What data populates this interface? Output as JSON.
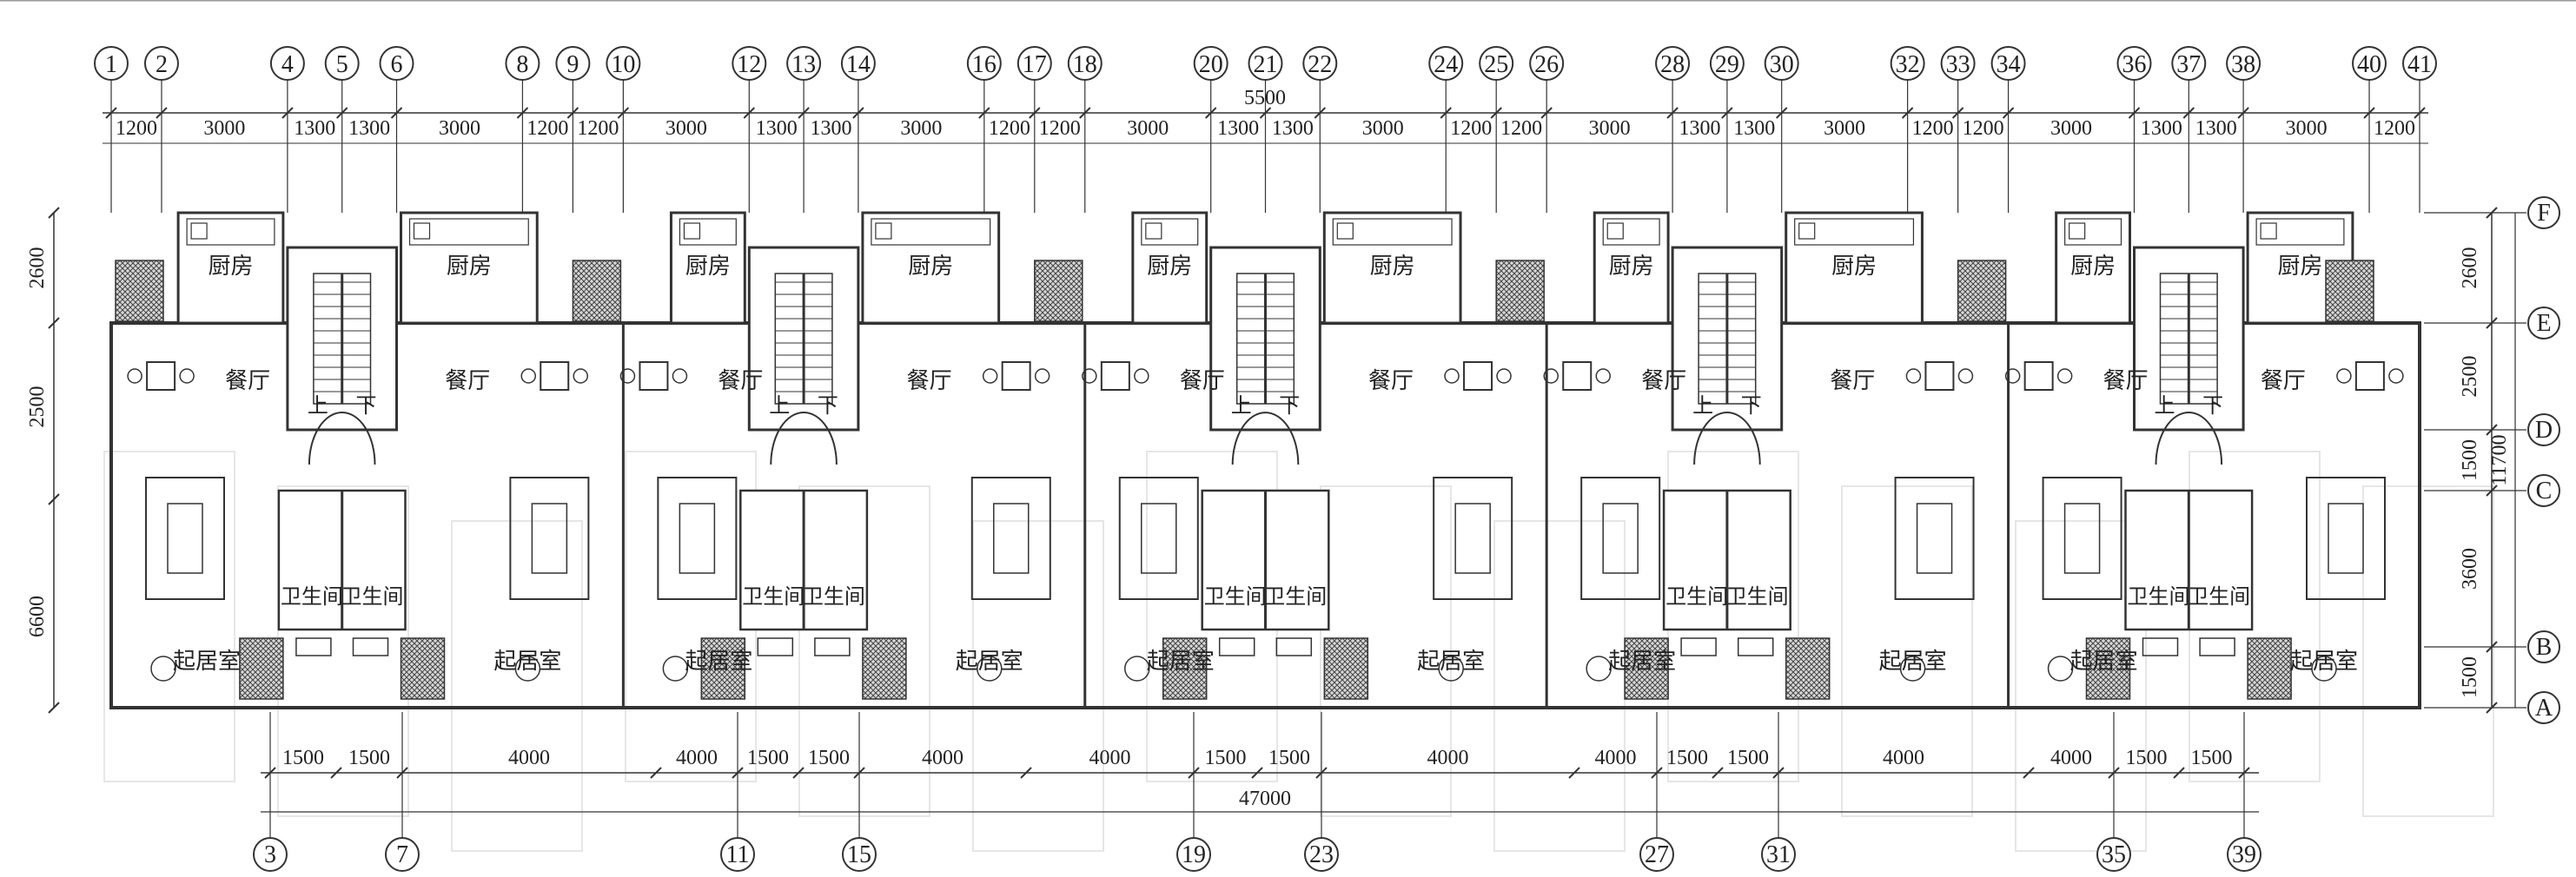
{
  "drawing": {
    "title": "",
    "colors": {
      "line": "#333333",
      "paper": "#ffffff",
      "hatch": "#555555"
    }
  },
  "axes_top": [
    "1",
    "2",
    "4",
    "5",
    "6",
    "8",
    "9",
    "10",
    "12",
    "13",
    "14",
    "16",
    "17",
    "18",
    "20",
    "21",
    "22",
    "24",
    "25",
    "26",
    "28",
    "29",
    "30",
    "32",
    "33",
    "34",
    "36",
    "37",
    "38",
    "40",
    "41"
  ],
  "axes_bottom": [
    "3",
    "7",
    "11",
    "15",
    "19",
    "23",
    "27",
    "31",
    "35",
    "39"
  ],
  "axes_right": [
    "F",
    "E",
    "D",
    "C",
    "B",
    "A"
  ],
  "dims_top": {
    "segments": [
      "1200",
      "3000",
      "1300",
      "1300",
      "3000",
      "1200",
      "1200",
      "3000",
      "1300",
      "1300",
      "3000",
      "1200",
      "1200",
      "3000",
      "1300",
      "1300",
      "3000",
      "1200",
      "1200",
      "3000",
      "1300",
      "1300",
      "3000",
      "1200",
      "1200",
      "3000",
      "1300",
      "1300",
      "3000",
      "1200"
    ],
    "overall": "5500"
  },
  "dims_left": [
    "2600",
    "2500",
    "6600"
  ],
  "dims_right": {
    "segments": [
      "2600",
      "2500",
      "1500",
      "3600",
      "1500"
    ],
    "overall": "11700"
  },
  "dims_bottom": {
    "segments": [
      "1500",
      "1500",
      "4000",
      "4000",
      "1500",
      "1500",
      "4000",
      "4000",
      "1500",
      "1500",
      "4000",
      "4000",
      "1500",
      "1500",
      "4000",
      "4000",
      "1500",
      "1500"
    ],
    "overall": "47000"
  },
  "rooms": {
    "kitchen": "厨房",
    "dining": "餐厅",
    "living": "起居室",
    "bathroom": "卫生间",
    "stair_up": "上",
    "stair_down": "下"
  }
}
